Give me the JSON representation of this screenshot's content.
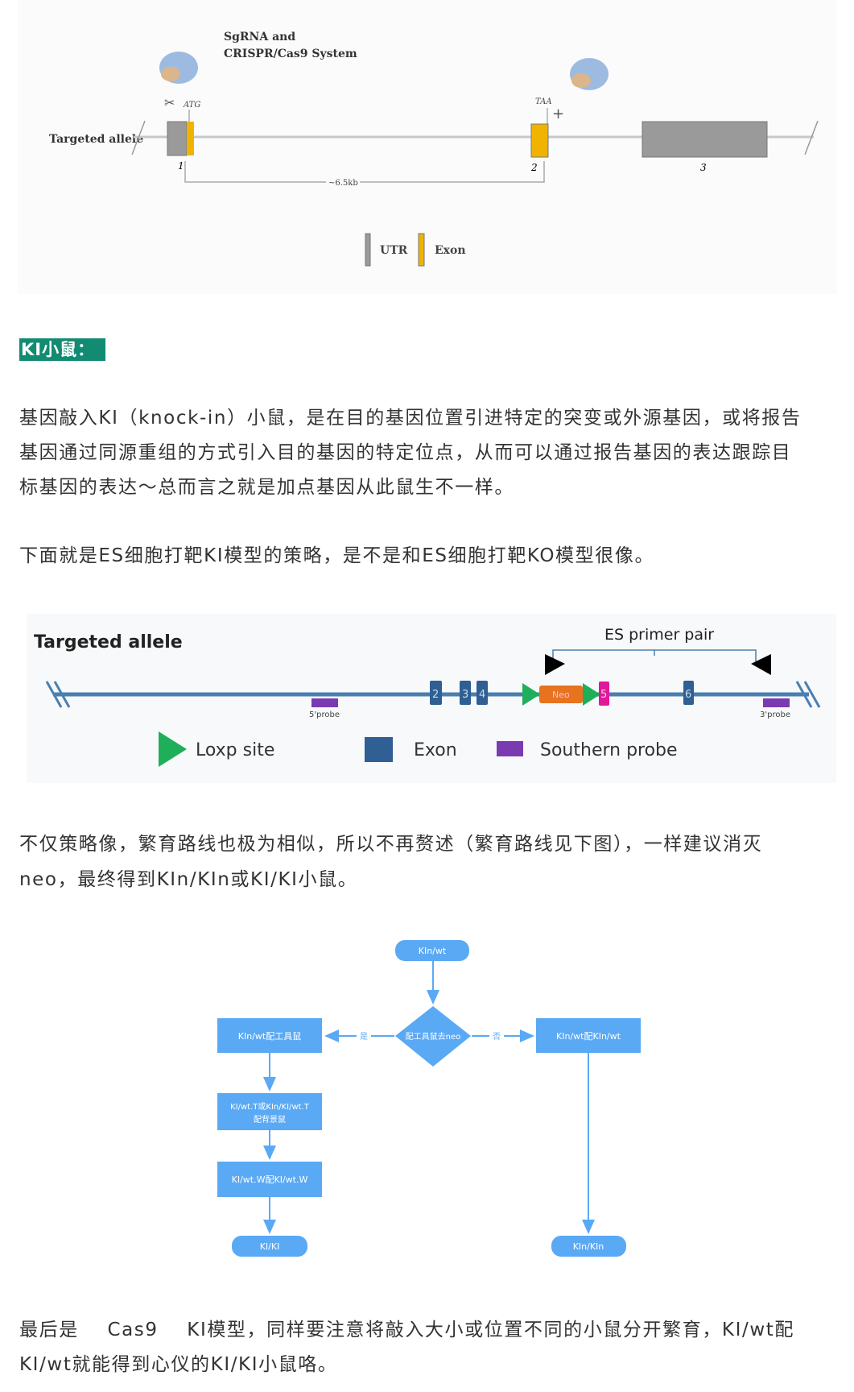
{
  "figure1": {
    "title_line1": "SgRNA and",
    "title_line2": "CRISPR/Cas9 System",
    "allele_label": "Targeted allele",
    "atg": "ATG",
    "taa": "TAA",
    "exon_numbers": [
      "1",
      "2",
      "3"
    ],
    "distance": "~6.5kb",
    "legend": {
      "utr": "UTR",
      "exon": "Exon"
    },
    "colors": {
      "utr": "#9a9a9a",
      "exon": "#f0b400"
    }
  },
  "section_tag": "KI小鼠：",
  "paragraph1": [
    "基因敲入KI（knock-in）小鼠，是在目的基因位置引进特定的突变或外源基因，或将报告",
    "基因通过同源重组的方式引入目的基因的特定位点，从而可以通过报告基因的表达跟踪目",
    "标基因的表达～总而言之就是加点基因从此鼠生不一样。"
  ],
  "paragraph2": [
    "下面就是ES细胞打靶KI模型的策略，是不是和ES细胞打靶KO模型很像。"
  ],
  "figure2": {
    "allele_label": "Targeted allele",
    "primer_label": "ES primer pair",
    "exons": [
      "2",
      "3",
      "4",
      "5",
      "6"
    ],
    "neo": "Neo",
    "probe5": "5'probe",
    "probe3": "3'probe",
    "legend": {
      "loxp": "Loxp site",
      "exon": "Exon",
      "probe": "Southern probe"
    },
    "colors": {
      "loxp": "#1fae5a",
      "exon": "#2f5f93",
      "probe": "#7a3bb0",
      "neo": "#e8731e",
      "exon5": "#e0189a"
    }
  },
  "paragraph3": [
    "不仅策略像，繁育路线也极为相似，所以不再赘述（繁育路线见下图），一样建议消灭",
    "neo，最终得到KIn/KIn或KI/KI小鼠。"
  ],
  "flowchart": {
    "start": "KIn/wt",
    "decision": "配工具鼠去neo",
    "yes": "是",
    "no": "否",
    "left1": "KIn/wt配工具鼠",
    "left2_line1": "KI/wt.T或KIn/KI/wt.T",
    "left2_line2": "配背景鼠",
    "left3": "KI/wt.W配KI/wt.W",
    "end_left": "KI/KI",
    "right1": "KIn/wt配KIn/wt",
    "end_right": "KIn/KIn",
    "color": "#5aa9f5"
  },
  "paragraph4": [
    "最后是    Cas9    KI模型，同样要注意将敲入大小或位置不同的小鼠分开繁育，KI/wt配",
    "KI/wt就能得到心仪的KI/KI小鼠咯。"
  ]
}
